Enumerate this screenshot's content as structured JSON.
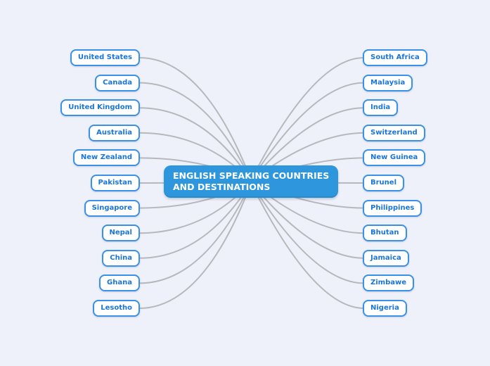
{
  "canvas": {
    "background_color": "#eef1fa",
    "connector_color": "#afb1b5"
  },
  "center": {
    "label": "ENGLISH SPEAKING COUNTRIES\nAND DESTINATIONS",
    "background_color": "#2e96dc",
    "text_color": "#ffffff"
  },
  "node_style": {
    "background_color": "#ffffff",
    "border_color": "#3a91e8",
    "text_color": "#1a75d8"
  },
  "left_branches": [
    "United States",
    "Canada",
    "United Kingdom",
    "Australia",
    "New Zealand",
    "Pakistan",
    "Singapore",
    "Nepal",
    "China",
    "Ghana",
    "Lesotho"
  ],
  "right_branches": [
    "South Africa",
    "Malaysia",
    "India",
    "Switzerland",
    "New Guinea",
    "Brunel",
    "Philippines",
    "Bhutan",
    "Jamaica",
    "Zimbawe",
    "Nigeria"
  ]
}
